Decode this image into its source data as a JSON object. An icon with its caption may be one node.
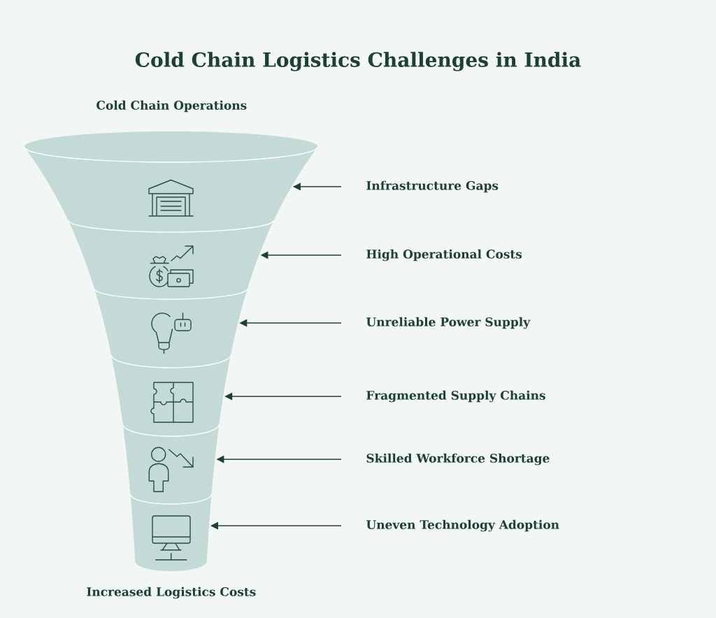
{
  "diagram": {
    "title": "Cold Chain Logistics Challenges in India",
    "nodes": [
      {
        "text": [],
        "shape": "band"
      },
      {
        "text": [],
        "shape": "band"
      },
      {
        "text": [],
        "shape": "band"
      },
      {
        "text": [],
        "shape": "band"
      },
      {
        "text": [],
        "shape": "band"
      },
      {
        "text": [],
        "shape": "band"
      },
      {
        "text": [
          "Infrastructure Gaps"
        ]
      },
      {
        "text": [
          "High Operational Costs"
        ]
      },
      {
        "text": [
          "Unreliable Power Supply"
        ]
      },
      {
        "text": [
          "Fragmented Supply Chains"
        ]
      },
      {
        "text": [
          "Skilled Workforce Shortage"
        ]
      },
      {
        "text": [
          "Uneven Technology Adoption"
        ]
      }
    ],
    "edges": [
      {
        "from": 6,
        "to": 0,
        "arrow": "to"
      },
      {
        "from": 7,
        "to": 1,
        "arrow": "to"
      },
      {
        "from": 8,
        "to": 2,
        "arrow": "to"
      },
      {
        "from": 9,
        "to": 3,
        "arrow": "to"
      },
      {
        "from": 10,
        "to": 4,
        "arrow": "to"
      },
      {
        "from": 11,
        "to": 5,
        "arrow": "to"
      }
    ],
    "labels": [
      "Cold Chain Operations",
      "Increased Logistics Costs"
    ]
  }
}
